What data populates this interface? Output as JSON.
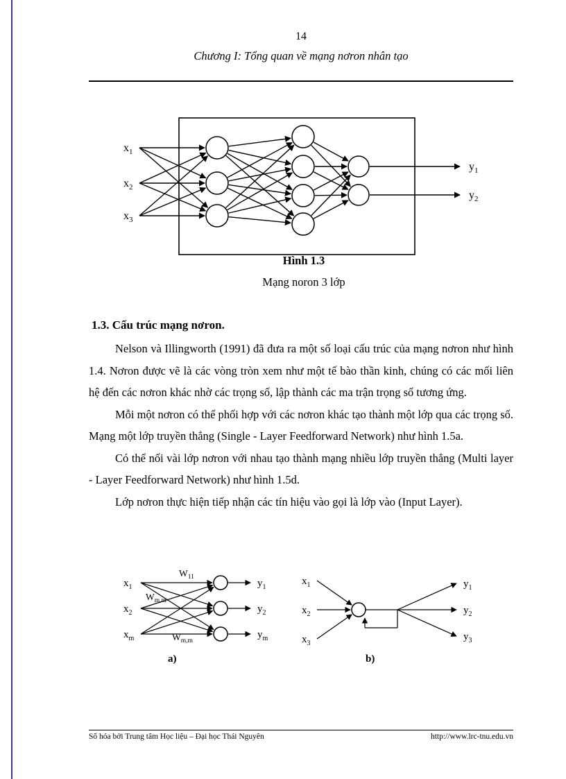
{
  "page": {
    "number": "14",
    "header": "Chương I: Tổng quan về mạng nơron nhân tạo"
  },
  "fig13": {
    "inputs": [
      {
        "base": "x",
        "sub": "1"
      },
      {
        "base": "x",
        "sub": "2"
      },
      {
        "base": "x",
        "sub": "3"
      }
    ],
    "outputs": [
      {
        "base": "y",
        "sub": "1"
      },
      {
        "base": "y",
        "sub": "2"
      }
    ],
    "caption_title": "Hình 1.3",
    "caption_subtitle": "Mạng noron 3 lớp"
  },
  "section": {
    "heading": "1.3. Cấu trúc mạng nơron.",
    "paragraphs": [
      "Nelson và Illingworth (1991) đã đưa ra một số loại cấu trúc của mạng nơron như hình 1.4. Nơron được vẽ là các vòng tròn xem như một tế bào thần kinh, chúng có các mối liên hệ đến các nơron khác nhờ các trọng số, lập thành các ma trận trọng số tương ứng.",
      "Mỗi một nơron có thể phối hợp với các nơron khác tạo thành một lớp qua các trọng số. Mạng một lớp truyền thẳng (Single - Layer Feedforward Network) như hình 1.5a.",
      "Có thể nối vài lớp nơron với nhau tạo thành mạng nhiều lớp truyền thẳng (Multi layer - Layer Feedforward Network) như hình 1.5d.",
      "Lớp nơron thực hiện tiếp nhận các tín hiệu vào gọi là lớp vào (Input Layer)."
    ]
  },
  "fig15a": {
    "label": "a)",
    "inputs": [
      {
        "base": "x",
        "sub": "1"
      },
      {
        "base": "x",
        "sub": "2"
      },
      {
        "base": "x",
        "sub": "m"
      }
    ],
    "outputs": [
      {
        "base": "y",
        "sub": "1"
      },
      {
        "base": "y",
        "sub": "2"
      },
      {
        "base": "y",
        "sub": "m"
      }
    ],
    "weights": [
      {
        "base": "W",
        "sub": "11"
      },
      {
        "base": "W",
        "sub": "m,m"
      },
      {
        "base": "W",
        "sub": "m,m"
      }
    ]
  },
  "fig15b": {
    "label": "b)",
    "inputs": [
      {
        "base": "x",
        "sub": "1"
      },
      {
        "base": "x",
        "sub": "2"
      },
      {
        "base": "x",
        "sub": "3"
      }
    ],
    "outputs": [
      {
        "base": "y",
        "sub": "1"
      },
      {
        "base": "y",
        "sub": "2"
      },
      {
        "base": "y",
        "sub": "3"
      }
    ]
  },
  "footer": {
    "left": "Số hóa bởi Trung tâm Học liệu – Đại học Thái Nguyên",
    "right": "http://www.lrc-tnu.edu.vn"
  }
}
